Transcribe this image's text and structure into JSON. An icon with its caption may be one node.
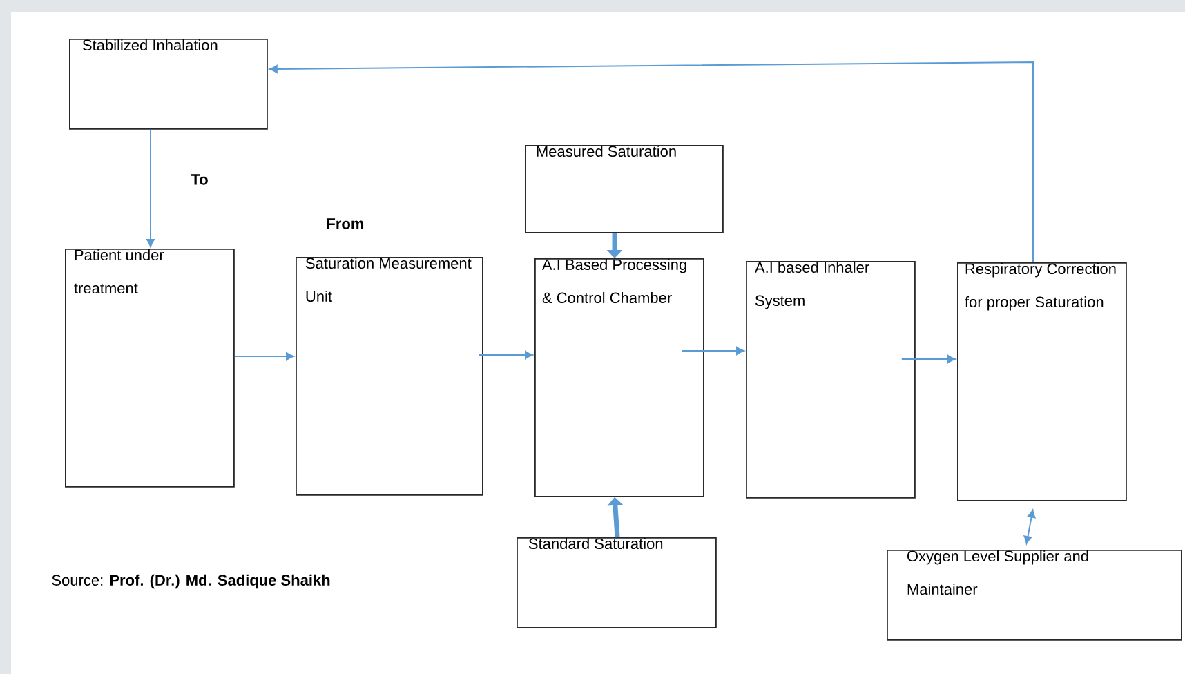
{
  "diagram": {
    "nodes": [
      {
        "text": [
          "Stabilized Inhalation"
        ]
      },
      {
        "text": [
          "Patient under treatment"
        ]
      },
      {
        "text": [
          "Saturation Measurement Unit"
        ]
      },
      {
        "text": [
          "Measured Saturation"
        ]
      },
      {
        "text": [
          "A.I Based Processing & Control Chamber"
        ]
      },
      {
        "text": [
          "Standard Saturation"
        ]
      },
      {
        "text": [
          "A.I based Inhaler System"
        ]
      },
      {
        "text": [
          "Respiratory Correction for proper Saturation"
        ]
      },
      {
        "text": [
          "Oxygen Level Supplier and Maintainer"
        ]
      }
    ],
    "edges": [
      {
        "from": 0,
        "to": 1,
        "arrow": "to",
        "label": "To"
      },
      {
        "from": 1,
        "to": 2,
        "arrow": "to"
      },
      {
        "from": 2,
        "to": 4,
        "arrow": "to"
      },
      {
        "from": 3,
        "to": 4,
        "arrow": "to",
        "style": "thick"
      },
      {
        "from": 5,
        "to": 4,
        "arrow": "to",
        "style": "thick"
      },
      {
        "from": 4,
        "to": 6,
        "arrow": "to"
      },
      {
        "from": 6,
        "to": 7,
        "arrow": "to"
      },
      {
        "from": 7,
        "to": 0,
        "arrow": "to"
      },
      {
        "from": 7,
        "to": 8,
        "arrow": "both"
      }
    ],
    "labels": [
      "From",
      "Source: **Prof. (Dr.) Md. Sadique Shaikh**"
    ]
  }
}
